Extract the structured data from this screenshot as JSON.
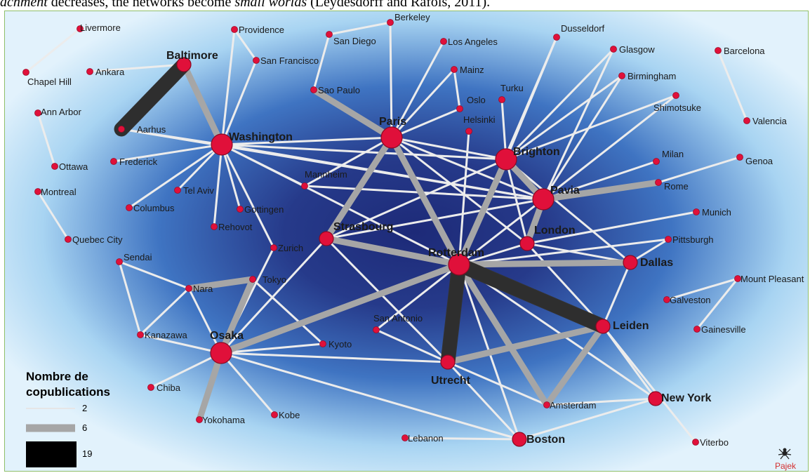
{
  "caption": {
    "prefix": "achment",
    "middle": " decreases, the networks become ",
    "italic": "small worlds",
    "suffix": " (Leydesdorff and Rafols, 2011)."
  },
  "colors": {
    "node": "#e0103a",
    "edge_weak": "#ececec",
    "edge_mid": "#a6a6a6",
    "edge_strong": "#000000",
    "background_center": "#23327e",
    "background_edge": "#dff0fb"
  },
  "nodes": [
    {
      "id": "livermore",
      "label": "Livermore",
      "size": "s"
    },
    {
      "id": "chapelhill",
      "label": "Chapel Hill",
      "size": "s"
    },
    {
      "id": "ankara",
      "label": "Ankara",
      "size": "s"
    },
    {
      "id": "providence",
      "label": "Providence",
      "size": "s"
    },
    {
      "id": "sanfrancisco",
      "label": "San Francisco",
      "size": "s"
    },
    {
      "id": "baltimore",
      "label": "Baltimore",
      "size": "m"
    },
    {
      "id": "annarbor",
      "label": "Ann Arbor",
      "size": "s"
    },
    {
      "id": "ottawa",
      "label": "Ottawa",
      "size": "s"
    },
    {
      "id": "aarhus",
      "label": "Aarhus",
      "size": "s"
    },
    {
      "id": "washington",
      "label": "Washington",
      "size": "l"
    },
    {
      "id": "frederick",
      "label": "Frederick",
      "size": "s"
    },
    {
      "id": "montreal",
      "label": "Montreal",
      "size": "s"
    },
    {
      "id": "telaviv",
      "label": "Tel Aviv",
      "size": "s"
    },
    {
      "id": "columbus",
      "label": "Columbus",
      "size": "s"
    },
    {
      "id": "gottingen",
      "label": "Gottingen",
      "size": "s"
    },
    {
      "id": "rehovot",
      "label": "Rehovot",
      "size": "s"
    },
    {
      "id": "quebec",
      "label": "Quebec City",
      "size": "s"
    },
    {
      "id": "berkeley",
      "label": "Berkeley",
      "size": "s"
    },
    {
      "id": "sandiego",
      "label": "San Diego",
      "size": "s"
    },
    {
      "id": "saopaulo",
      "label": "Sao Paulo",
      "size": "s"
    },
    {
      "id": "losangeles",
      "label": "Los Angeles",
      "size": "s"
    },
    {
      "id": "mainz",
      "label": "Mainz",
      "size": "s"
    },
    {
      "id": "oslo",
      "label": "Oslo",
      "size": "s"
    },
    {
      "id": "turku",
      "label": "Turku",
      "size": "s"
    },
    {
      "id": "helsinki",
      "label": "Helsinki",
      "size": "s"
    },
    {
      "id": "paris",
      "label": "Paris",
      "size": "l"
    },
    {
      "id": "mannheim",
      "label": "Mannheim",
      "size": "s"
    },
    {
      "id": "dusseldorf",
      "label": "Dusseldorf",
      "size": "s"
    },
    {
      "id": "glasgow",
      "label": "Glasgow",
      "size": "s"
    },
    {
      "id": "birmingham",
      "label": "Birmingham",
      "size": "s"
    },
    {
      "id": "shimotsuke",
      "label": "Shimotsuke",
      "size": "s"
    },
    {
      "id": "brighton",
      "label": "Brighton",
      "size": "l"
    },
    {
      "id": "barcelona",
      "label": "Barcelona",
      "size": "s"
    },
    {
      "id": "valencia",
      "label": "Valencia",
      "size": "s"
    },
    {
      "id": "milan",
      "label": "Milan",
      "size": "s"
    },
    {
      "id": "genoa",
      "label": "Genoa",
      "size": "s"
    },
    {
      "id": "pavia",
      "label": "Pavia",
      "size": "l"
    },
    {
      "id": "rome",
      "label": "Rome",
      "size": "s"
    },
    {
      "id": "munich",
      "label": "Munich",
      "size": "s"
    },
    {
      "id": "strasbourg",
      "label": "Strasbourg",
      "size": "m"
    },
    {
      "id": "zurich",
      "label": "Zurich",
      "size": "s"
    },
    {
      "id": "london",
      "label": "London",
      "size": "m"
    },
    {
      "id": "pittsburgh",
      "label": "Pittsburgh",
      "size": "s"
    },
    {
      "id": "rotterdam",
      "label": "Rotterdam",
      "size": "l"
    },
    {
      "id": "dallas",
      "label": "Dallas",
      "size": "m"
    },
    {
      "id": "sendai",
      "label": "Sendai",
      "size": "s"
    },
    {
      "id": "nara",
      "label": "Nara",
      "size": "s"
    },
    {
      "id": "tokyo",
      "label": "Tokyo",
      "size": "s"
    },
    {
      "id": "mountpleasant",
      "label": "Mount Pleasant",
      "size": "s"
    },
    {
      "id": "galveston",
      "label": "Galveston",
      "size": "s"
    },
    {
      "id": "kanazawa",
      "label": "Kanazawa",
      "size": "s"
    },
    {
      "id": "osaka",
      "label": "Osaka",
      "size": "l"
    },
    {
      "id": "sanantonio",
      "label": "San Antonio",
      "size": "s"
    },
    {
      "id": "kyoto",
      "label": "Kyoto",
      "size": "s"
    },
    {
      "id": "leiden",
      "label": "Leiden",
      "size": "m"
    },
    {
      "id": "gainesville",
      "label": "Gainesville",
      "size": "s"
    },
    {
      "id": "utrecht",
      "label": "Utrecht",
      "size": "m"
    },
    {
      "id": "chiba",
      "label": "Chiba",
      "size": "s"
    },
    {
      "id": "yokohama",
      "label": "Yokohama",
      "size": "s"
    },
    {
      "id": "kobe",
      "label": "Kobe",
      "size": "s"
    },
    {
      "id": "amsterdam",
      "label": "Amsterdam",
      "size": "s"
    },
    {
      "id": "newyork",
      "label": "New York",
      "size": "m"
    },
    {
      "id": "lebanon",
      "label": "Lebanon",
      "size": "s"
    },
    {
      "id": "boston",
      "label": "Boston",
      "size": "m"
    },
    {
      "id": "viterbo",
      "label": "Viterbo",
      "size": "s"
    }
  ],
  "edges": [
    [
      "livermore",
      "chapelhill",
      2
    ],
    [
      "annarbor",
      "ottawa",
      2
    ],
    [
      "montreal",
      "quebec",
      2
    ],
    [
      "barcelona",
      "valencia",
      2
    ],
    [
      "mountpleasant",
      "galveston",
      2
    ],
    [
      "mountpleasant",
      "gainesville",
      2
    ],
    [
      "ankara",
      "baltimore",
      2
    ],
    [
      "baltimore",
      "aarhus",
      19
    ],
    [
      "baltimore",
      "washington",
      6
    ],
    [
      "providence",
      "washington",
      2
    ],
    [
      "providence",
      "sanfrancisco",
      2
    ],
    [
      "sanfrancisco",
      "washington",
      2
    ],
    [
      "washington",
      "aarhus",
      2
    ],
    [
      "washington",
      "frederick",
      2
    ],
    [
      "washington",
      "telaviv",
      2
    ],
    [
      "washington",
      "columbus",
      2
    ],
    [
      "washington",
      "gottingen",
      2
    ],
    [
      "washington",
      "rehovot",
      2
    ],
    [
      "washington",
      "paris",
      2
    ],
    [
      "washington",
      "brighton",
      2
    ],
    [
      "washington",
      "pavia",
      2
    ],
    [
      "washington",
      "zurich",
      2
    ],
    [
      "washington",
      "rotterdam",
      2
    ],
    [
      "washington",
      "mannheim",
      2
    ],
    [
      "aarhus",
      "pavia",
      2
    ],
    [
      "berkeley",
      "sandiego",
      2
    ],
    [
      "sandiego",
      "saopaulo",
      2
    ],
    [
      "berkeley",
      "paris",
      2
    ],
    [
      "saopaulo",
      "paris",
      6
    ],
    [
      "losangeles",
      "paris",
      2
    ],
    [
      "mainz",
      "paris",
      2
    ],
    [
      "mainz",
      "oslo",
      2
    ],
    [
      "oslo",
      "paris",
      2
    ],
    [
      "turku",
      "brighton",
      2
    ],
    [
      "helsinki",
      "rotterdam",
      2
    ],
    [
      "paris",
      "brighton",
      2
    ],
    [
      "paris",
      "pavia",
      2
    ],
    [
      "paris",
      "strasbourg",
      6
    ],
    [
      "paris",
      "rotterdam",
      6
    ],
    [
      "paris",
      "mannheim",
      2
    ],
    [
      "paris",
      "london",
      2
    ],
    [
      "dusseldorf",
      "brighton",
      2
    ],
    [
      "dusseldorf",
      "rotterdam",
      2
    ],
    [
      "glasgow",
      "brighton",
      2
    ],
    [
      "glasgow",
      "pavia",
      2
    ],
    [
      "birmingham",
      "brighton",
      2
    ],
    [
      "birmingham",
      "pavia",
      2
    ],
    [
      "shimotsuke",
      "brighton",
      2
    ],
    [
      "shimotsuke",
      "pavia",
      2
    ],
    [
      "brighton",
      "pavia",
      6
    ],
    [
      "brighton",
      "rotterdam",
      6
    ],
    [
      "brighton",
      "london",
      2
    ],
    [
      "brighton",
      "dallas",
      2
    ],
    [
      "brighton",
      "strasbourg",
      2
    ],
    [
      "milan",
      "pavia",
      2
    ],
    [
      "genoa",
      "rome",
      2
    ],
    [
      "pavia",
      "rome",
      6
    ],
    [
      "pavia",
      "london",
      6
    ],
    [
      "pavia",
      "strasbourg",
      2
    ],
    [
      "pavia",
      "rotterdam",
      2
    ],
    [
      "pavia",
      "mannheim",
      2
    ],
    [
      "munich",
      "london",
      2
    ],
    [
      "pittsburgh",
      "rotterdam",
      2
    ],
    [
      "london",
      "rotterdam",
      2
    ],
    [
      "london",
      "dallas",
      2
    ],
    [
      "strasbourg",
      "rotterdam",
      6
    ],
    [
      "strasbourg",
      "osaka",
      2
    ],
    [
      "strasbourg",
      "utrecht",
      2
    ],
    [
      "rotterdam",
      "utrecht",
      19
    ],
    [
      "rotterdam",
      "leiden",
      19
    ],
    [
      "rotterdam",
      "amsterdam",
      6
    ],
    [
      "rotterdam",
      "osaka",
      6
    ],
    [
      "rotterdam",
      "dallas",
      6
    ],
    [
      "rotterdam",
      "boston",
      2
    ],
    [
      "rotterdam",
      "newyork",
      2
    ],
    [
      "rotterdam",
      "sanantonio",
      2
    ],
    [
      "utrecht",
      "leiden",
      6
    ],
    [
      "utrecht",
      "osaka",
      2
    ],
    [
      "utrecht",
      "sanantonio",
      2
    ],
    [
      "utrecht",
      "amsterdam",
      2
    ],
    [
      "utrecht",
      "boston",
      2
    ],
    [
      "leiden",
      "amsterdam",
      6
    ],
    [
      "leiden",
      "dallas",
      2
    ],
    [
      "leiden",
      "newyork",
      2
    ],
    [
      "leiden",
      "viterbo",
      2
    ],
    [
      "leiden",
      "london",
      2
    ],
    [
      "newyork",
      "boston",
      2
    ],
    [
      "newyork",
      "amsterdam",
      2
    ],
    [
      "dallas",
      "pittsburgh",
      2
    ],
    [
      "sendai",
      "kanazawa",
      2
    ],
    [
      "sendai",
      "nara",
      2
    ],
    [
      "nara",
      "tokyo",
      6
    ],
    [
      "nara",
      "kanazawa",
      2
    ],
    [
      "nara",
      "osaka",
      2
    ],
    [
      "tokyo",
      "osaka",
      6
    ],
    [
      "tokyo",
      "kyoto",
      2
    ],
    [
      "osaka",
      "kanazawa",
      2
    ],
    [
      "osaka",
      "kyoto",
      2
    ],
    [
      "osaka",
      "chiba",
      2
    ],
    [
      "osaka",
      "yokohama",
      6
    ],
    [
      "osaka",
      "kobe",
      2
    ],
    [
      "osaka",
      "boston",
      2
    ],
    [
      "osaka",
      "zurich",
      2
    ],
    [
      "lebanon",
      "boston",
      2
    ]
  ],
  "legend": {
    "title_line1": "Nombre de",
    "title_line2": "copublications",
    "items": [
      {
        "value": "2",
        "weight": 2
      },
      {
        "value": "6",
        "weight": 6
      },
      {
        "value": "19",
        "weight": 19
      }
    ]
  },
  "logo": {
    "text": "Pajek"
  }
}
